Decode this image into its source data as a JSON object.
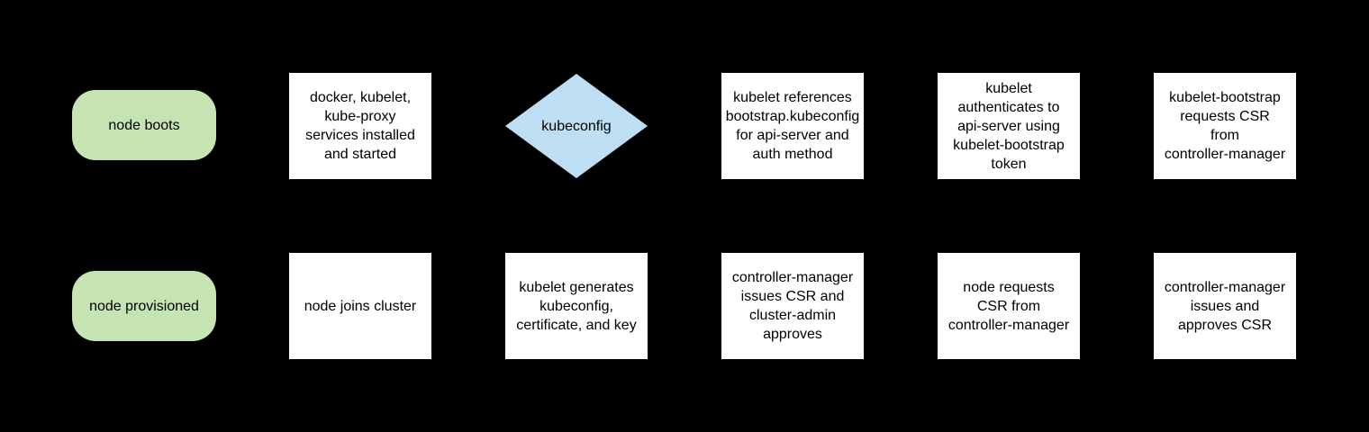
{
  "diagram": {
    "background": "#000000",
    "colors": {
      "background": "#000000",
      "terminal_fill": "#C6E3B3",
      "decision_fill": "#BEDFF3",
      "process_fill": "#FFFFFF",
      "text": "#000000"
    },
    "rows": [
      {
        "nodes": [
          {
            "type": "terminal",
            "label": "node boots"
          },
          {
            "type": "process",
            "label": "docker, kubelet,\nkube-proxy\nservices installed\nand started"
          },
          {
            "type": "decision",
            "label": "kubeconfig"
          },
          {
            "type": "process",
            "label": "kubelet references\nbootstrap.kubeconfig\nfor api-server and\nauth method"
          },
          {
            "type": "process",
            "label": "kubelet\nauthenticates to\napi-server using\nkubelet-bootstrap\ntoken"
          },
          {
            "type": "process",
            "label": "kubelet-bootstrap\nrequests CSR\nfrom\ncontroller-manager"
          }
        ]
      },
      {
        "nodes": [
          {
            "type": "terminal",
            "label": "node provisioned"
          },
          {
            "type": "process",
            "label": "node joins cluster"
          },
          {
            "type": "process",
            "label": "kubelet generates\nkubeconfig,\ncertificate, and key"
          },
          {
            "type": "process",
            "label": "controller-manager\nissues CSR and\ncluster-admin\napproves"
          },
          {
            "type": "process",
            "label": "node requests\nCSR from\ncontroller-manager"
          },
          {
            "type": "process",
            "label": "controller-manager\nissues and\napproves CSR"
          }
        ]
      }
    ]
  }
}
